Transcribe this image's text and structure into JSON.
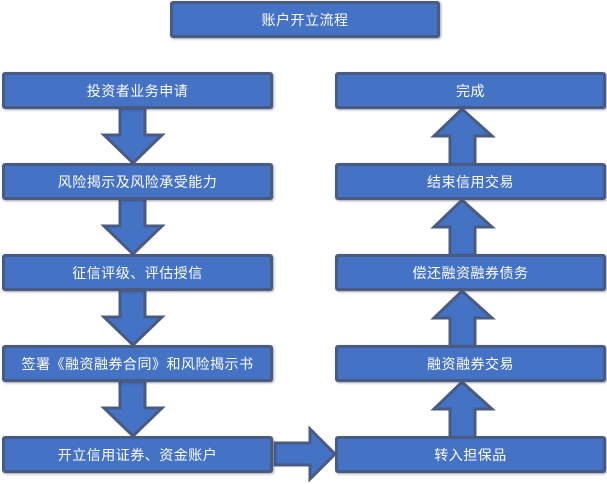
{
  "title": "账户开立流程",
  "colors": {
    "box_fill": "#4472c4",
    "box_border": "#4a5b82",
    "text": "#ffffff"
  },
  "left_column": [
    {
      "label": "投资者业务申请"
    },
    {
      "label": "风险揭示及风险承受能力"
    },
    {
      "label": "征信评级、评估授信"
    },
    {
      "label": "签署《融资融券合同》和风险揭示书"
    },
    {
      "label": "开立信用证券、资金账户"
    }
  ],
  "right_column": [
    {
      "label": "完成"
    },
    {
      "label": "结束信用交易"
    },
    {
      "label": "偿还融资融券债务"
    },
    {
      "label": "融资融券交易"
    },
    {
      "label": "转入担保品"
    }
  ],
  "flow": [
    "投资者业务申请",
    "风险揭示及风险承受能力",
    "征信评级、评估授信",
    "签署《融资融券合同》和风险揭示书",
    "开立信用证券、资金账户",
    "转入担保品",
    "融资融券交易",
    "偿还融资融券债务",
    "结束信用交易",
    "完成"
  ]
}
